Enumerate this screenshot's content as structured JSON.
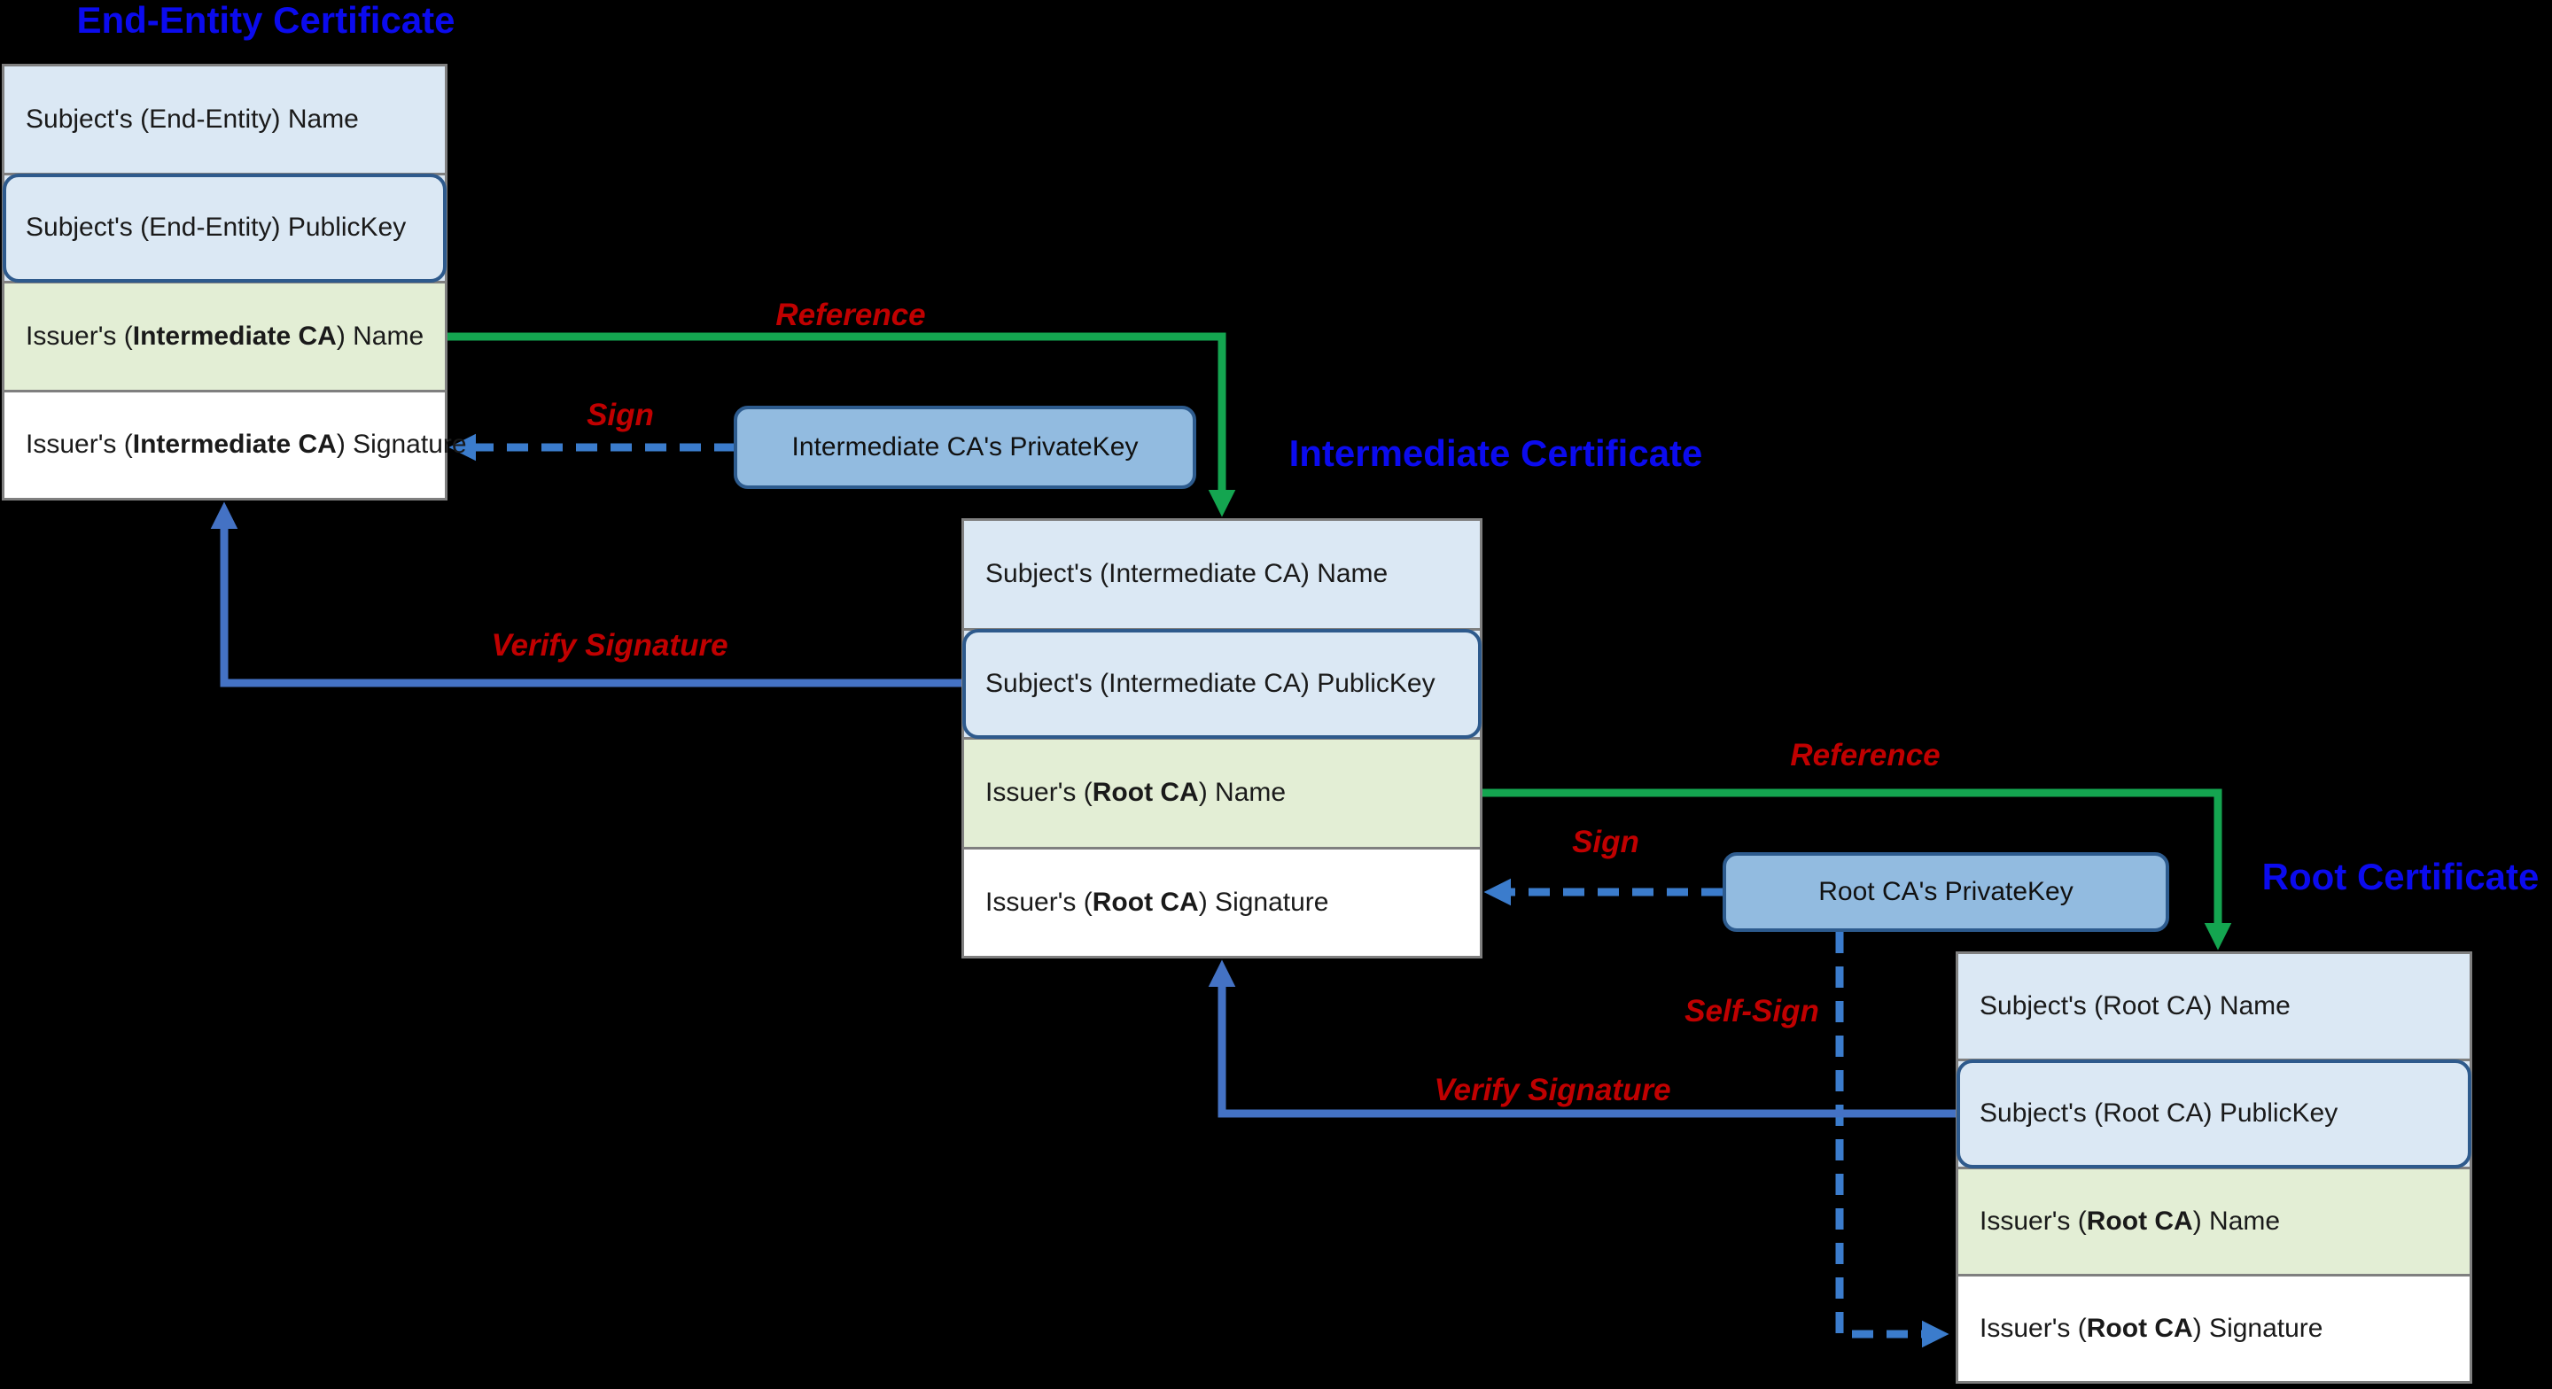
{
  "diagram_titles": {
    "end_entity": "End-Entity Certificate",
    "intermediate": "Intermediate Certificate",
    "root": "Root Certificate"
  },
  "certificates": {
    "end_entity": {
      "rows": [
        {
          "pre": "Subject's (End-Entity) Name",
          "bold": "",
          "post": ""
        },
        {
          "pre": "Subject's (End-Entity) PublicKey",
          "bold": "",
          "post": ""
        },
        {
          "pre": "Issuer's (",
          "bold": "Intermediate CA",
          "post": ") Name"
        },
        {
          "pre": "Issuer's (",
          "bold": "Intermediate CA",
          "post": ") Signature"
        }
      ]
    },
    "intermediate": {
      "rows": [
        {
          "pre": "Subject's (Intermediate CA) Name",
          "bold": "",
          "post": ""
        },
        {
          "pre": "Subject's (Intermediate CA) PublicKey",
          "bold": "",
          "post": ""
        },
        {
          "pre": "Issuer's (",
          "bold": "Root CA",
          "post": ") Name"
        },
        {
          "pre": "Issuer's (",
          "bold": "Root CA",
          "post": ") Signature"
        }
      ]
    },
    "root": {
      "rows": [
        {
          "pre": "Subject's (Root CA) Name",
          "bold": "",
          "post": ""
        },
        {
          "pre": "Subject's (Root CA) PublicKey",
          "bold": "",
          "post": ""
        },
        {
          "pre": "Issuer's (",
          "bold": "Root CA",
          "post": ") Name"
        },
        {
          "pre": "Issuer's (",
          "bold": "Root CA",
          "post": ") Signature"
        }
      ]
    }
  },
  "private_keys": {
    "intermediate": "Intermediate CA's PrivateKey",
    "root": "Root CA's PrivateKey"
  },
  "arrow_labels": {
    "reference": "Reference",
    "sign": "Sign",
    "verify": "Verify Signature",
    "self_sign": "Self-Sign"
  },
  "colors": {
    "background": "#000000",
    "title_blue": "#0b0bee",
    "label_red": "#c00000",
    "arrow_green": "#14a550",
    "arrow_blue_solid": "#4472c4",
    "arrow_blue_dashed": "#3b7ccc",
    "row_blue_fill": "#dbe8f4",
    "row_green_fill": "#e3eed5",
    "row_white_fill": "#ffffff",
    "privatekey_fill": "#92bbe0",
    "privatekey_border": "#2d5b8e",
    "publickey_border": "#2e5a8c",
    "cert_border_gray": "#7f7f7f"
  }
}
